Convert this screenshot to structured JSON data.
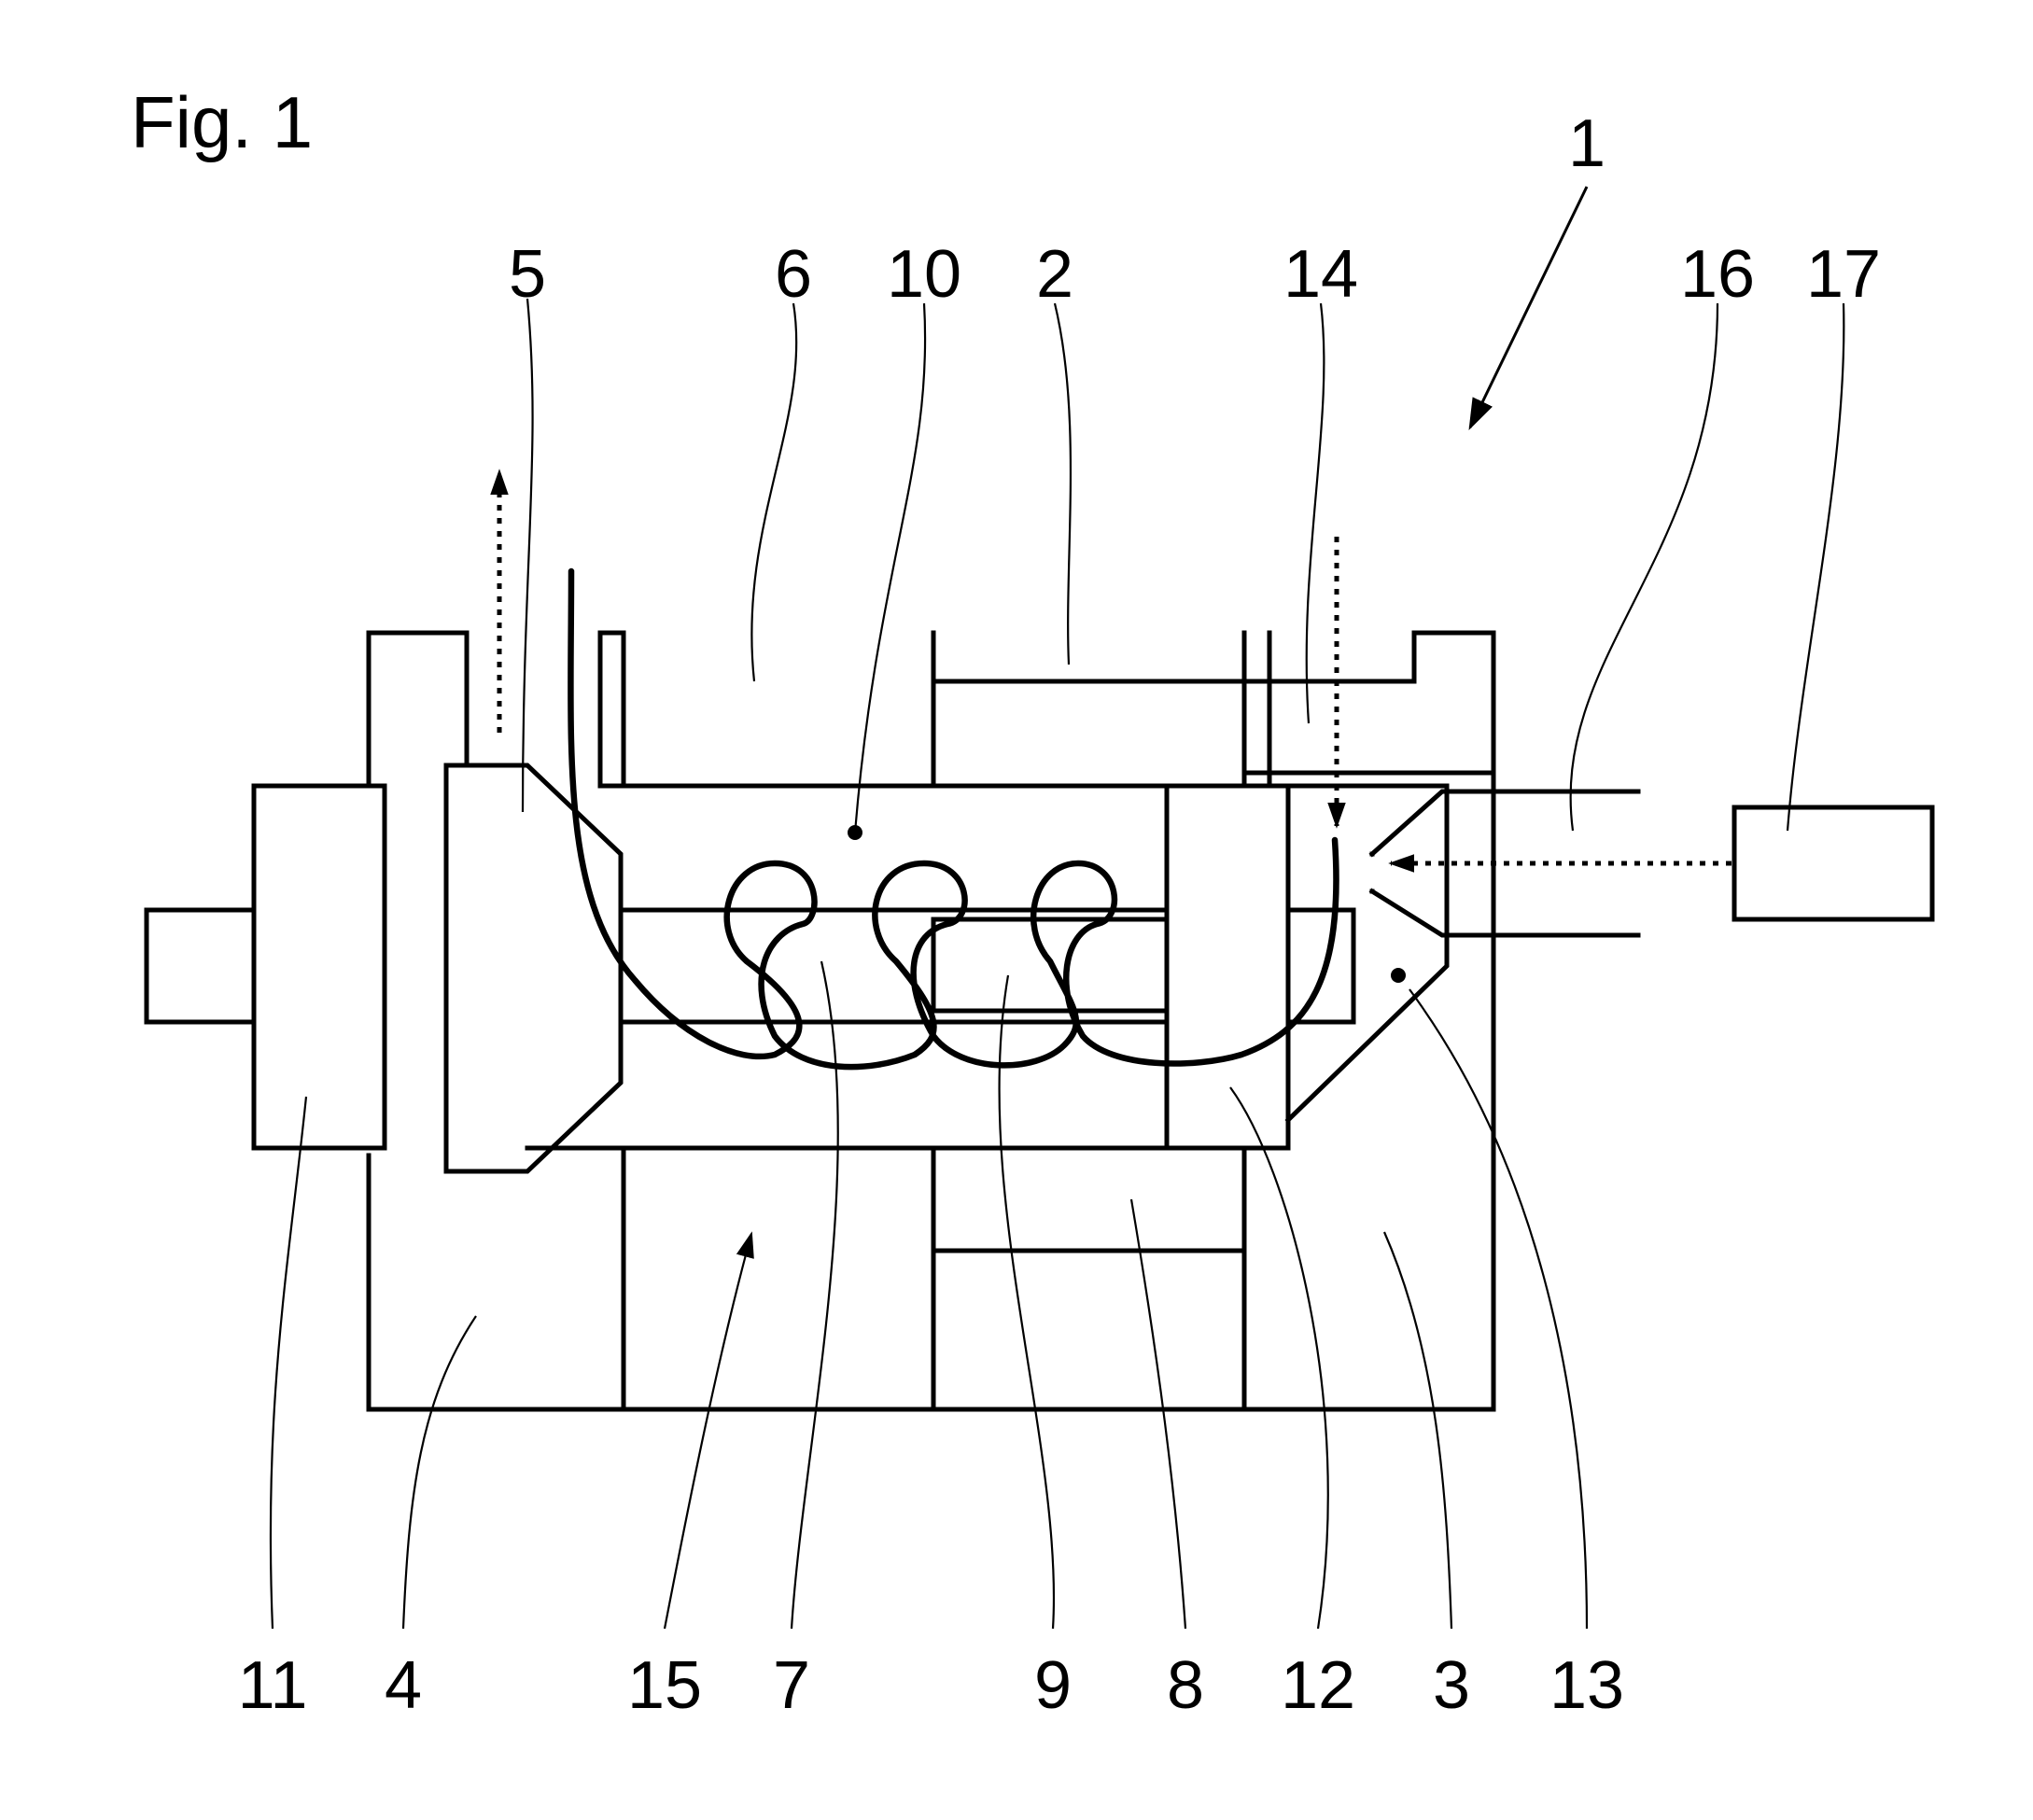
{
  "figure": {
    "title": "Fig. 1"
  },
  "labels": {
    "l1": "1",
    "l2": "2",
    "l3": "3",
    "l4": "4",
    "l5": "5",
    "l6": "6",
    "l7": "7",
    "l8": "8",
    "l9": "9",
    "l10": "10",
    "l11": "11",
    "l12": "12",
    "l13": "13",
    "l14": "14",
    "l15": "15",
    "l16": "16",
    "l17": "17"
  }
}
